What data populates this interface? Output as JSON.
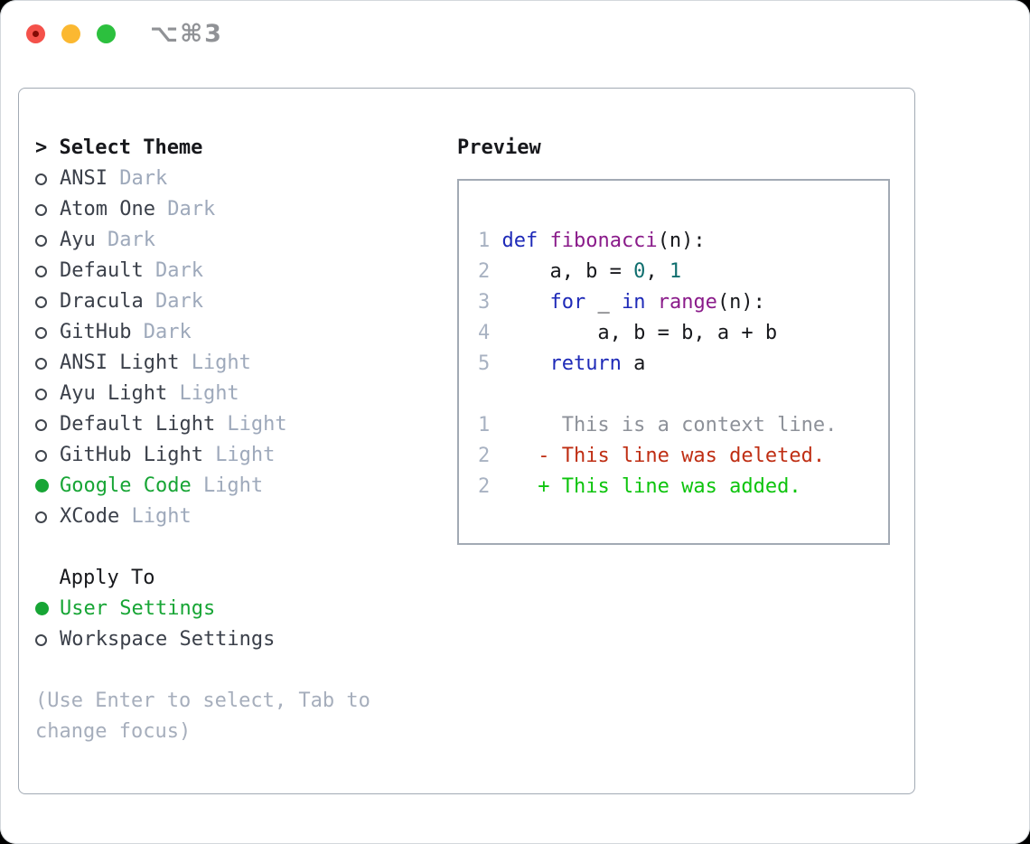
{
  "window": {
    "title": "⌥⌘3"
  },
  "theme_select": {
    "marker": ">",
    "title": "Select Theme",
    "items": [
      {
        "name": "ANSI",
        "variant": "Dark",
        "selected": false
      },
      {
        "name": "Atom One",
        "variant": "Dark",
        "selected": false
      },
      {
        "name": "Ayu",
        "variant": "Dark",
        "selected": false
      },
      {
        "name": "Default",
        "variant": "Dark",
        "selected": false
      },
      {
        "name": "Dracula",
        "variant": "Dark",
        "selected": false
      },
      {
        "name": "GitHub",
        "variant": "Dark",
        "selected": false
      },
      {
        "name": "ANSI Light",
        "variant": "Light",
        "selected": false
      },
      {
        "name": "Ayu Light",
        "variant": "Light",
        "selected": false
      },
      {
        "name": "Default Light",
        "variant": "Light",
        "selected": false
      },
      {
        "name": "GitHub Light",
        "variant": "Light",
        "selected": false
      },
      {
        "name": "Google Code",
        "variant": "Light",
        "selected": true
      },
      {
        "name": "XCode",
        "variant": "Light",
        "selected": false
      }
    ]
  },
  "apply_to": {
    "title": "Apply To",
    "items": [
      {
        "name": "User Settings",
        "selected": true
      },
      {
        "name": "Workspace Settings",
        "selected": false
      }
    ]
  },
  "hint_lines": [
    "(Use Enter to select, Tab to",
    "change focus)"
  ],
  "preview": {
    "title": "Preview",
    "code_lines": [
      {
        "num": "1",
        "tokens": [
          {
            "text": "def",
            "cls": "kw"
          },
          {
            "text": " ",
            "cls": "pl"
          },
          {
            "text": "fibonacci",
            "cls": "fn"
          },
          {
            "text": "(n):",
            "cls": "pl"
          }
        ]
      },
      {
        "num": "2",
        "tokens": [
          {
            "text": "    a, b = ",
            "cls": "pl"
          },
          {
            "text": "0",
            "cls": "num"
          },
          {
            "text": ", ",
            "cls": "pl"
          },
          {
            "text": "1",
            "cls": "num"
          }
        ]
      },
      {
        "num": "3",
        "tokens": [
          {
            "text": "    ",
            "cls": "pl"
          },
          {
            "text": "for",
            "cls": "kw"
          },
          {
            "text": " _ ",
            "cls": "pl"
          },
          {
            "text": "in",
            "cls": "kw"
          },
          {
            "text": " ",
            "cls": "pl"
          },
          {
            "text": "range",
            "cls": "fn"
          },
          {
            "text": "(n):",
            "cls": "pl"
          }
        ]
      },
      {
        "num": "4",
        "tokens": [
          {
            "text": "        a, b = b, a + b",
            "cls": "pl"
          }
        ]
      },
      {
        "num": "5",
        "tokens": [
          {
            "text": "    ",
            "cls": "pl"
          },
          {
            "text": "return",
            "cls": "kw"
          },
          {
            "text": " a",
            "cls": "pl"
          }
        ]
      }
    ],
    "diff_lines": [
      {
        "num": "1",
        "tokens": [
          {
            "text": "     This is a context line.",
            "cls": "ctx"
          }
        ]
      },
      {
        "num": "2",
        "tokens": [
          {
            "text": "   ",
            "cls": "pl"
          },
          {
            "text": "- This line was deleted.",
            "cls": "del"
          }
        ]
      },
      {
        "num": "2",
        "tokens": [
          {
            "text": "   ",
            "cls": "pl"
          },
          {
            "text": "+ This line was added.",
            "cls": "add"
          }
        ]
      }
    ]
  },
  "colors": {
    "accent_green": "#17a535",
    "variant_gray": "#9ea9bb",
    "hint_gray": "#a6aebc",
    "text_dark": "#17181c",
    "item_text": "#3b404a",
    "keyword_blue": "#1e2ab8",
    "function_purple": "#8a1b8a",
    "number_teal": "#0f6e6e",
    "line_number": "#a8b2c2",
    "context_gray": "#8d9199",
    "deleted_red": "#bf2e13",
    "added_green": "#0dc40d",
    "border_gray": "#a2aab4",
    "traffic_red": "#f4514a",
    "traffic_red_dot": "#820b05",
    "traffic_yellow": "#fbb831",
    "traffic_green": "#2cc03e",
    "title_gray": "#909296"
  }
}
